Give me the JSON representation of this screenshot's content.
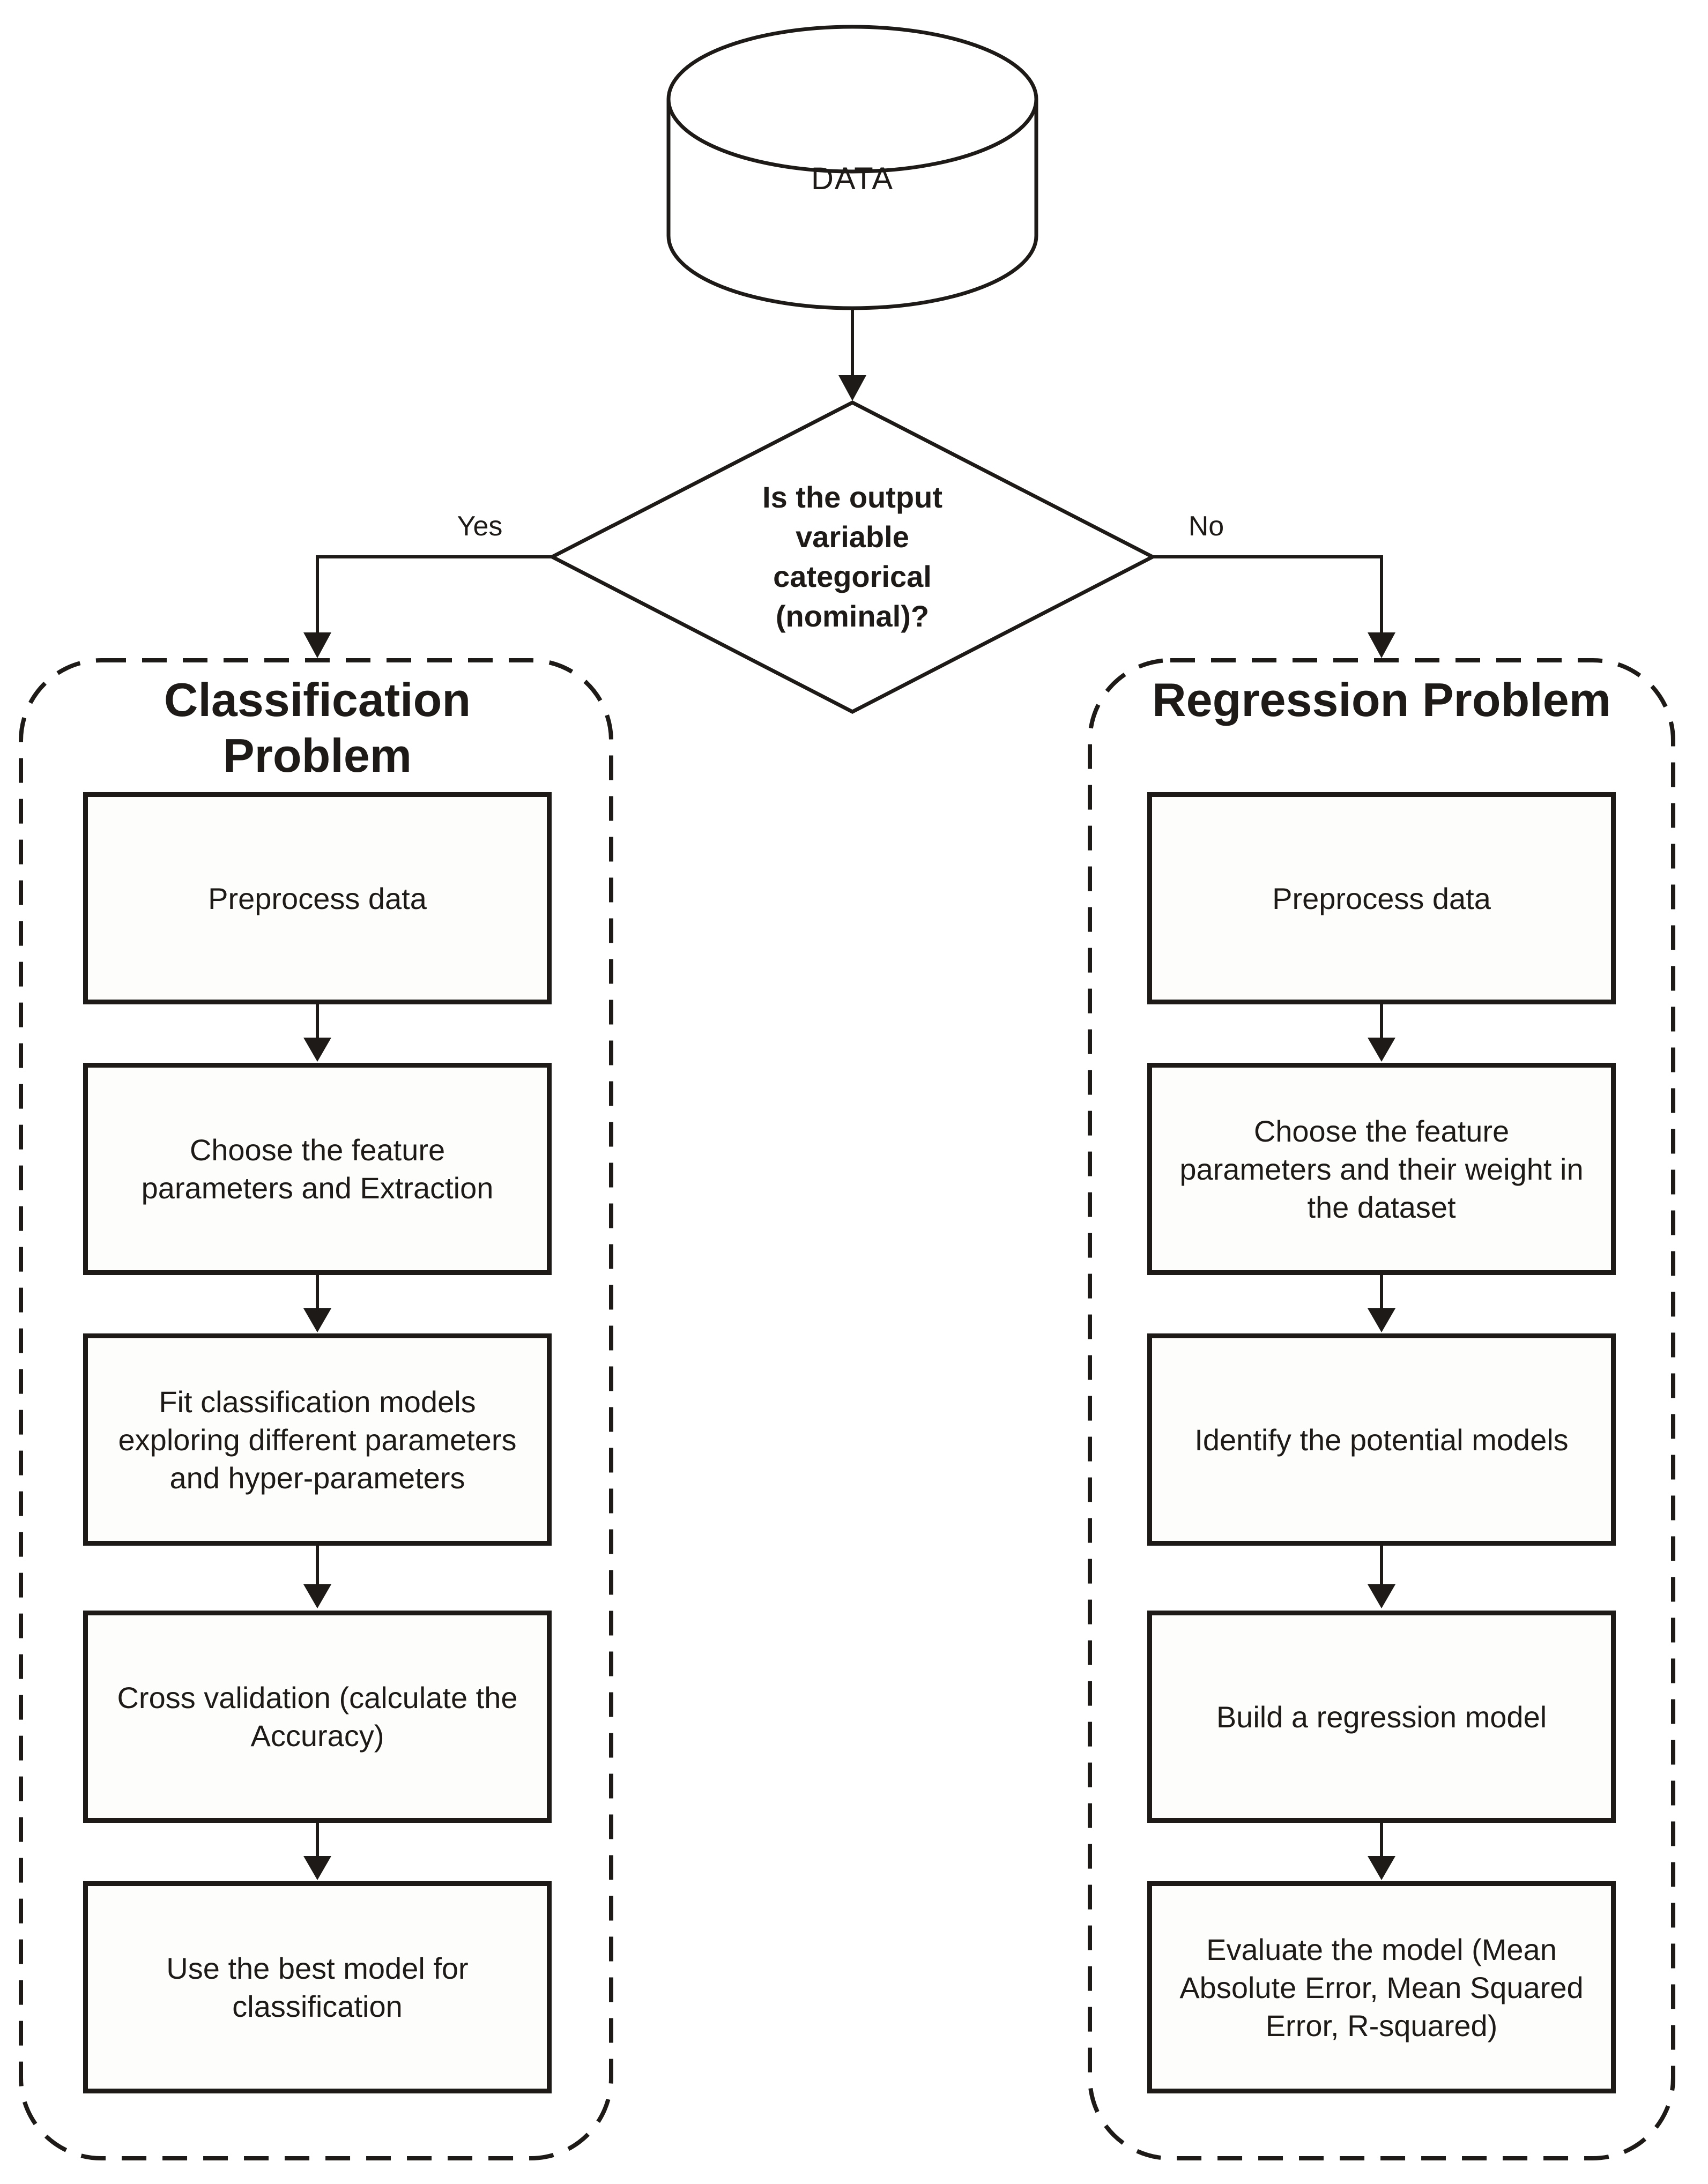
{
  "meta": {
    "ink_color": "#1d1a17",
    "background_color": "#ffffff",
    "diagram_type": "flowchart"
  },
  "flowchart": {
    "data_store": {
      "label": "DATA"
    },
    "decision": {
      "question": "Is the output variable categorical (nominal)?",
      "lines": [
        "Is the output",
        "variable",
        "categorical",
        "(nominal)?"
      ],
      "yes_label": "Yes",
      "no_label": "No"
    },
    "classification_branch": {
      "title": "Classification Problem",
      "steps": [
        "Preprocess data",
        "Choose the feature parameters and Extraction",
        "Fit classification models exploring different parameters and hyper-parameters",
        "Cross validation (calculate the Accuracy)",
        "Use the best model for classification"
      ]
    },
    "regression_branch": {
      "title": "Regression Problem",
      "steps": [
        "Preprocess data",
        "Choose the feature parameters and their weight in the dataset",
        "Identify the potential models",
        "Build a regression model",
        "Evaluate the model (Mean Absolute Error, Mean Squared Error, R-squared)"
      ]
    }
  }
}
